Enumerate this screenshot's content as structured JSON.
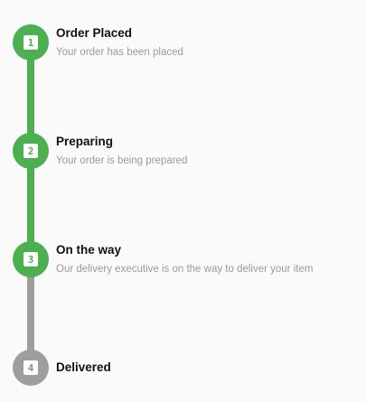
{
  "steps": [
    {
      "number": "1",
      "title": "Order Placed",
      "subtitle": "Your order has been placed",
      "status": "done"
    },
    {
      "number": "2",
      "title": "Preparing",
      "subtitle": "Your order is being prepared",
      "status": "done"
    },
    {
      "number": "3",
      "title": "On the way",
      "subtitle": "Our delivery executive is on the way to deliver your item",
      "status": "done"
    },
    {
      "number": "4",
      "title": "Delivered",
      "subtitle": "",
      "status": "pending"
    }
  ],
  "colors": {
    "completed": "#4caf50",
    "pending": "#9e9e9e",
    "title_text": "#111111",
    "subtitle_text": "#9a9a9a",
    "background": "#fafafa"
  }
}
